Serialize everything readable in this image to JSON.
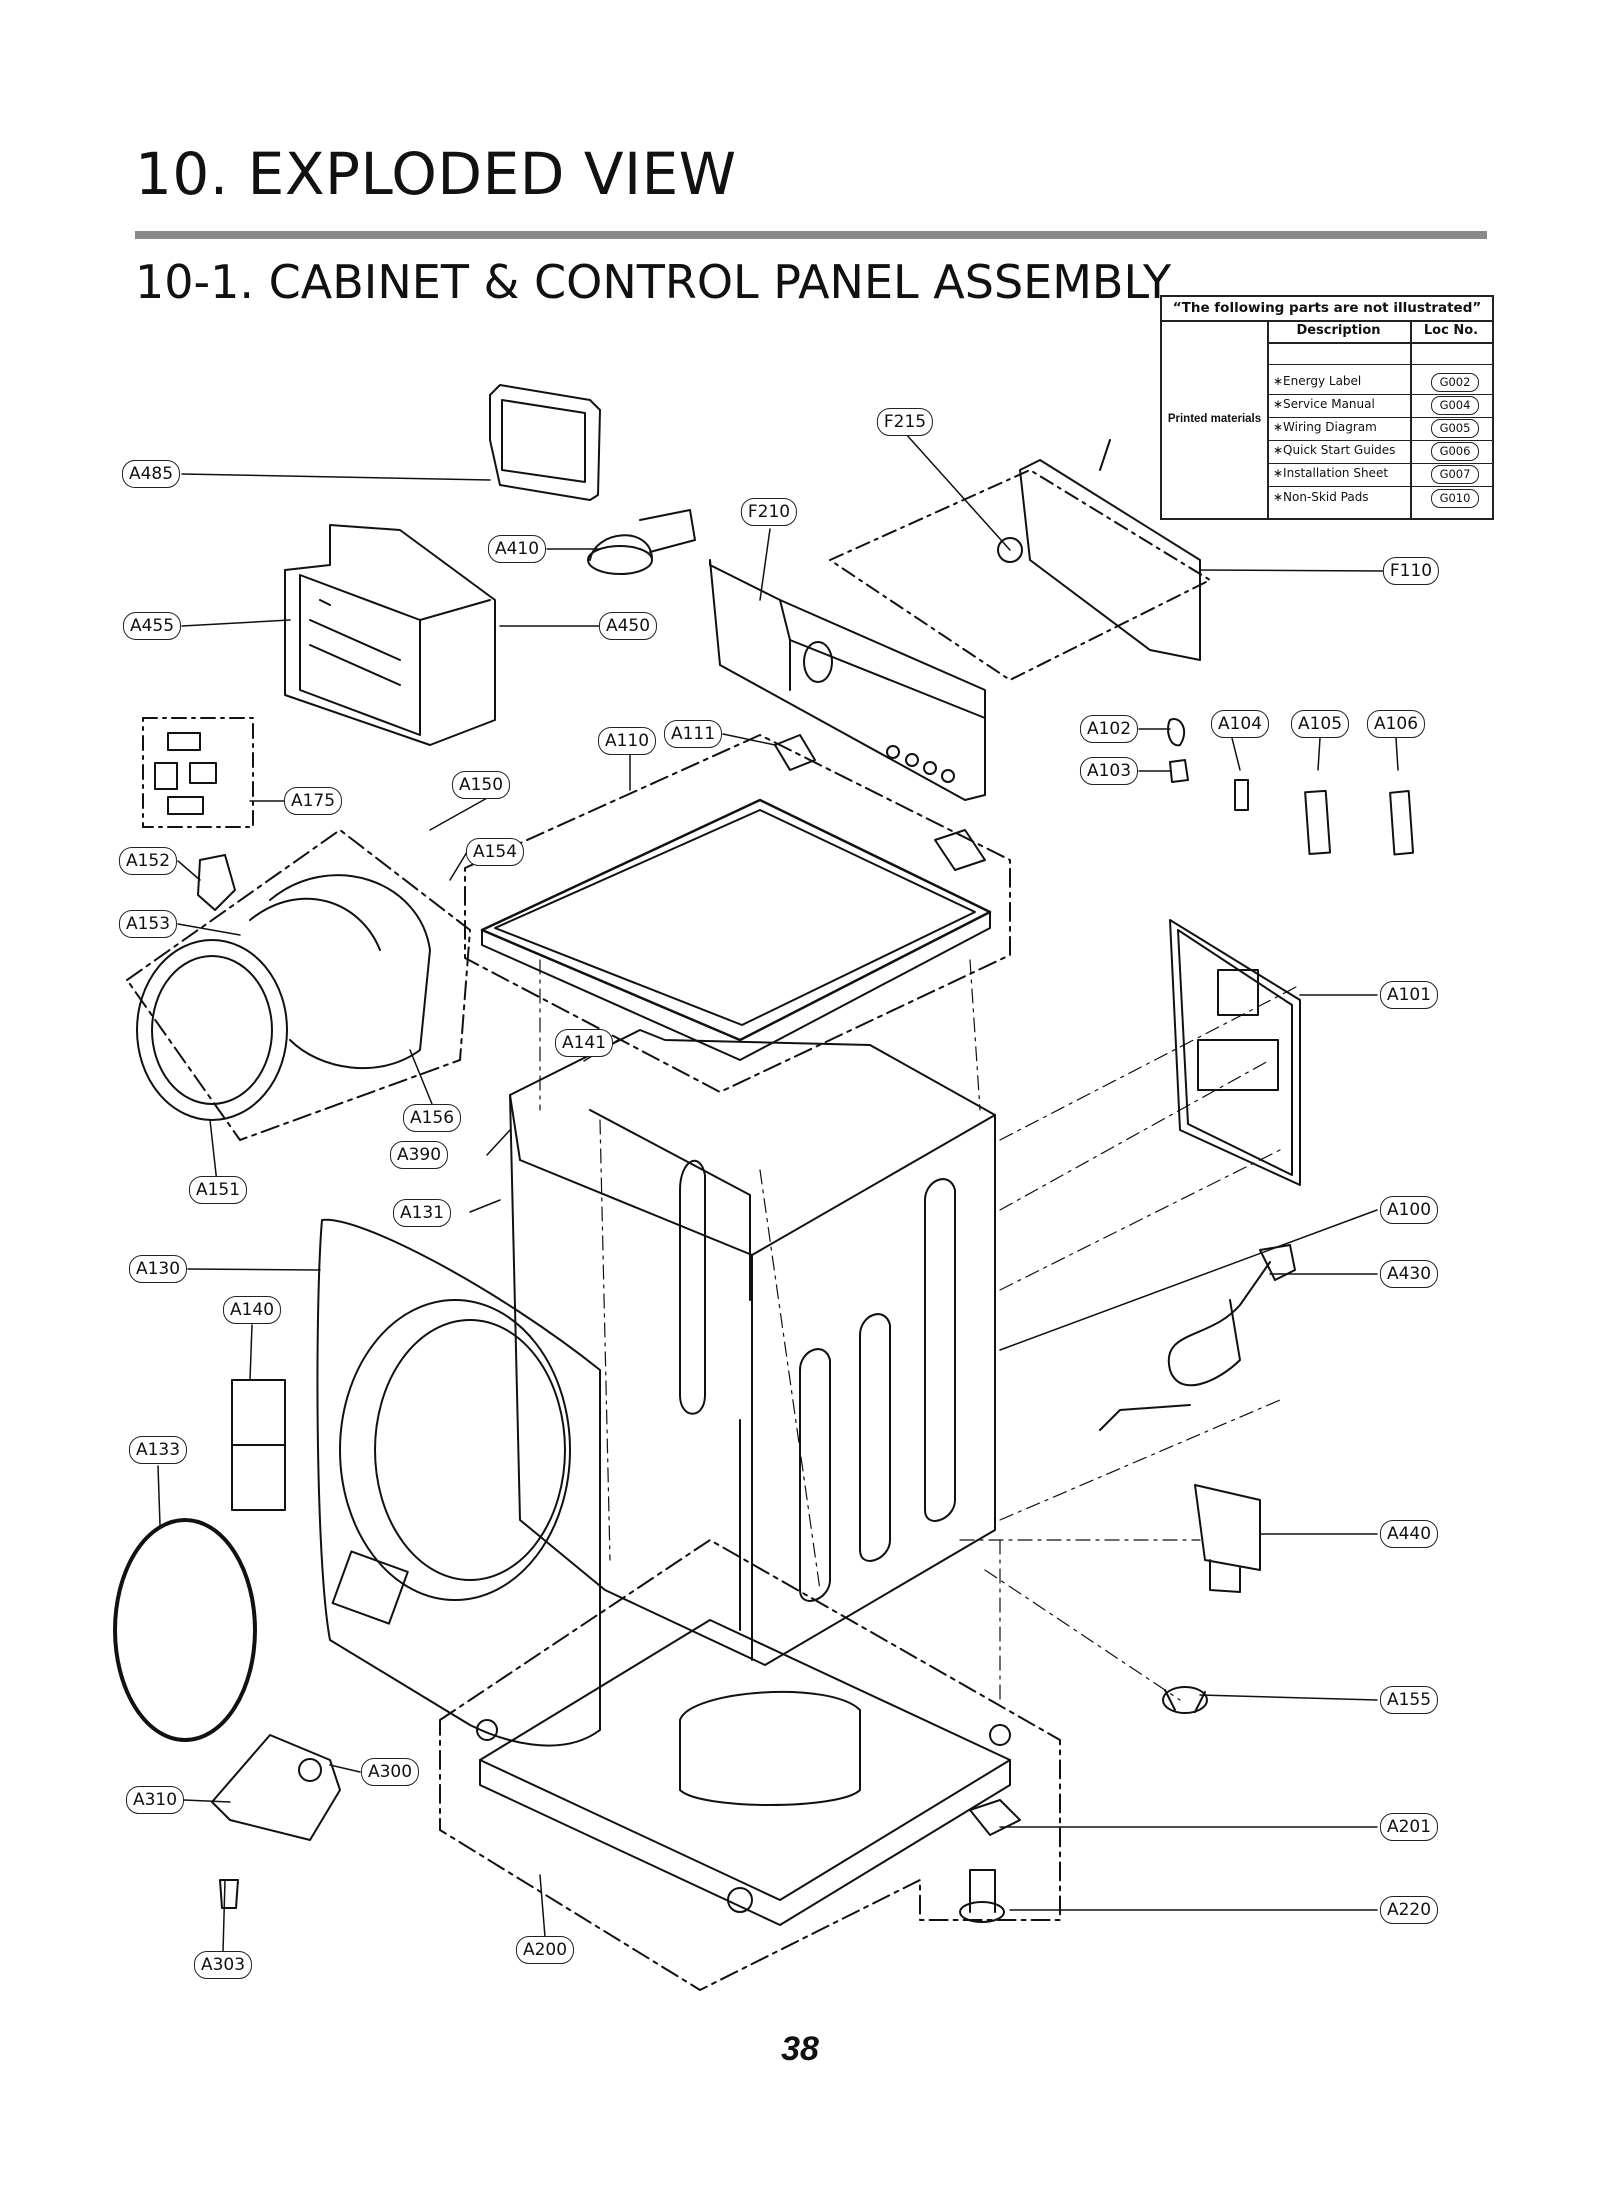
{
  "page": {
    "title": "10. EXPLODED VIEW",
    "subtitle": "10-1. CABINET  & CONTROL PANEL ASSEMBLY",
    "page_number": "38"
  },
  "not_illustrated": {
    "caption": "“The following parts are not illustrated”",
    "col_description": "Description",
    "col_loc": "Loc No.",
    "group": "Printed materials",
    "rows": [
      {
        "desc": "∗Energy Label",
        "loc": "G002"
      },
      {
        "desc": "∗Service Manual",
        "loc": "G004"
      },
      {
        "desc": "∗Wiring Diagram",
        "loc": "G005"
      },
      {
        "desc": "∗Quick Start Guides",
        "loc": "G006"
      },
      {
        "desc": "∗Installation Sheet",
        "loc": "G007"
      },
      {
        "desc": "∗Non-Skid Pads",
        "loc": "G010"
      }
    ]
  },
  "labels": {
    "a485": "A485",
    "a410": "A410",
    "a455": "A455",
    "a450": "A450",
    "a175": "A175",
    "a152": "A152",
    "a153": "A153",
    "a150": "A150",
    "a154": "A154",
    "a156": "A156",
    "a151": "A151",
    "a110": "A110",
    "a111": "A111",
    "a141": "A141",
    "a390": "A390",
    "a131": "A131",
    "a130": "A130",
    "a140": "A140",
    "a133": "A133",
    "a310": "A310",
    "a300": "A300",
    "a303": "A303",
    "a200": "A200",
    "f215": "F215",
    "f210": "F210",
    "f110": "F110",
    "a102": "A102",
    "a103": "A103",
    "a104": "A104",
    "a105": "A105",
    "a106": "A106",
    "a101": "A101",
    "a100": "A100",
    "a430": "A430",
    "a440": "A440",
    "a155": "A155",
    "a201": "A201",
    "a220": "A220"
  }
}
